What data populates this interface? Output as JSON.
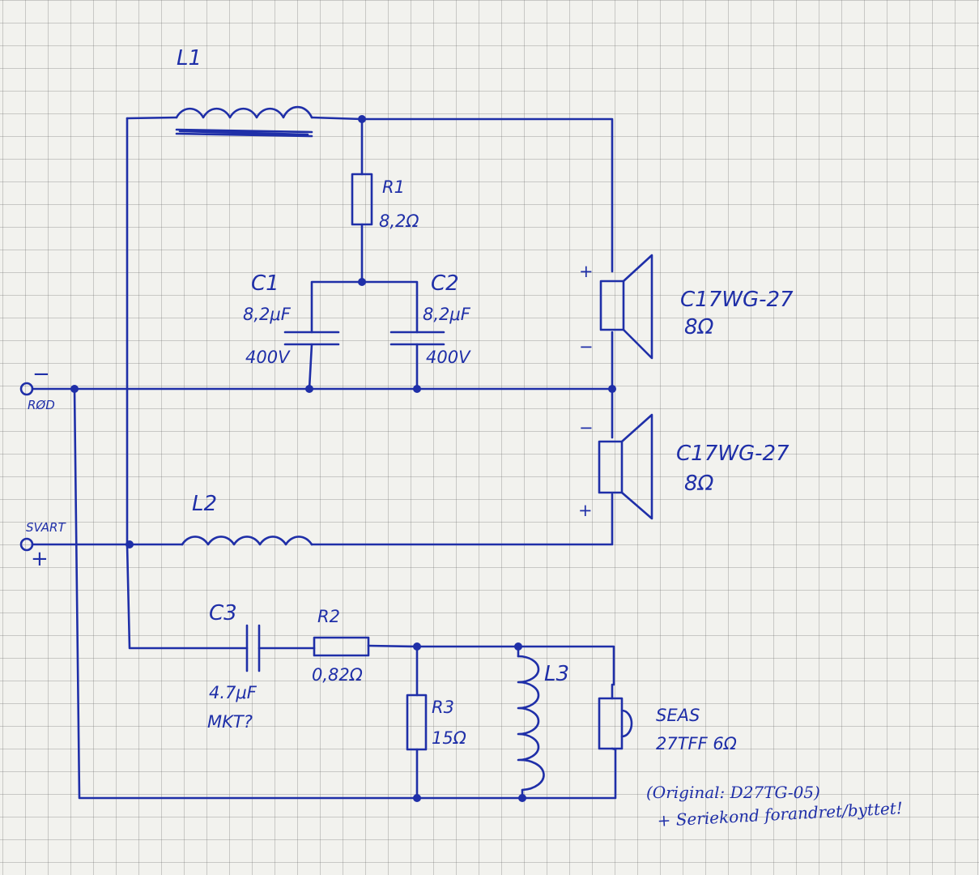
{
  "components": {
    "L1": "L1",
    "R1": {
      "name": "R1",
      "value": "8,2Ω"
    },
    "C1": {
      "name": "C1",
      "value": "8,2μF",
      "voltage": "400V"
    },
    "C2": {
      "name": "C2",
      "value": "8,2μF",
      "voltage": "400V"
    },
    "L2": "L2",
    "C3": {
      "name": "C3",
      "value": "4.7μF",
      "type": "MKT?"
    },
    "R2": {
      "name": "R2",
      "value": "0,82Ω"
    },
    "R3": {
      "name": "R3",
      "value": "15Ω"
    },
    "L3": "L3"
  },
  "terminals": {
    "red": {
      "label": "RØD",
      "sign": "−"
    },
    "black": {
      "label": "SVART",
      "sign": "+"
    }
  },
  "drivers": {
    "woofer_top": {
      "model": "C17WG-27",
      "impedance": "8Ω",
      "plus": "+",
      "minus": "−"
    },
    "woofer_bottom": {
      "model": "C17WG-27",
      "impedance": "8Ω",
      "plus": "+",
      "minus": "−"
    },
    "tweeter": {
      "brand": "SEAS",
      "model": "27TFF 6Ω"
    }
  },
  "note": {
    "line1": "(Original: D27TG-05)",
    "line2": "+ Seriekond forandret/byttet!"
  }
}
